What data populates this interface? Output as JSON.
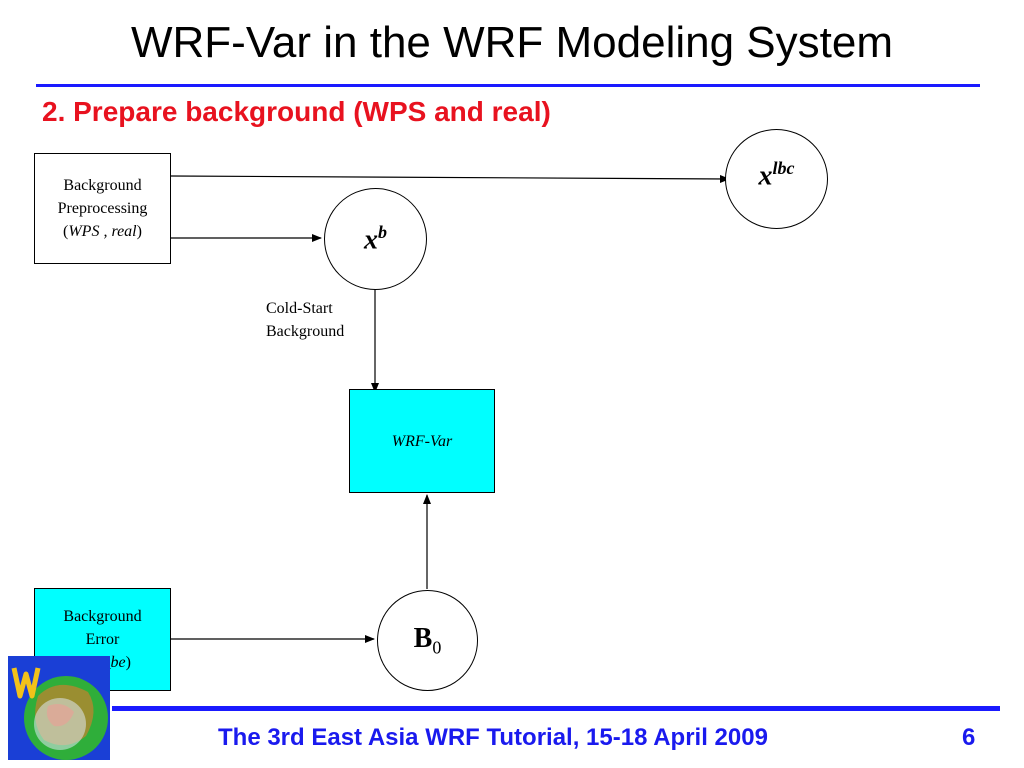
{
  "slide": {
    "title": "WRF-Var in the WRF Modeling System",
    "subtitle": "2. Prepare background (WPS and real)",
    "footer": "The 3rd East Asia WRF Tutorial, 15-18 April 2009",
    "page_number": "6"
  },
  "diagram": {
    "preproc_box": {
      "line1": "Background",
      "line2": "Preprocessing",
      "line3_open": "(",
      "line3_italic": "WPS , real",
      "line3_close": ")"
    },
    "xlbc": {
      "base": "x",
      "sup": "lbc"
    },
    "xb": {
      "base": "x",
      "sup": "b"
    },
    "cold_start": {
      "line1": "Cold-Start",
      "line2": "Background"
    },
    "wrfvar_box": {
      "label": "WRF-Var"
    },
    "bkg_error_box": {
      "line1": "Background",
      "line2": "Error",
      "line3_open": "(",
      "line3_italic": "gen_be",
      "line3_close": ")"
    },
    "b0": {
      "base": "B",
      "sub": "0"
    }
  },
  "colors": {
    "title_rule": "#1a1aff",
    "subtitle": "#e8121f",
    "footer_text": "#1a1aee",
    "cyan_box": "#00ffff"
  }
}
